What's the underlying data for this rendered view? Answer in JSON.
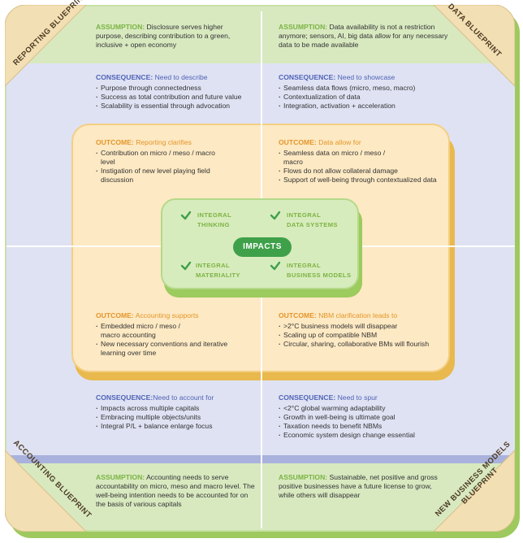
{
  "corners": {
    "top_left": "REPORTING BLUEPRINT",
    "top_right": "DATA BLUEPRINT",
    "bottom_left": "ACCOUNTING BLUEPRINT",
    "bottom_right": "NEW BUSINESS MODELS BLUEPRINT"
  },
  "assumptions": {
    "top_left": {
      "head": "ASSUMPTION:",
      "text": "Disclosure serves higher purpose, describing contribution to a green, inclusive + open economy"
    },
    "top_right": {
      "head": "ASSUMPTION:",
      "text": "Data availability is not a restriction anymore; sensors, AI, big data allow for any necessary data to be made available"
    },
    "bottom_left": {
      "head": "ASSUMPTION:",
      "text": "Accounting needs to serve accountability on micro, meso and macro level. The well-being intention needs to be accounted for on the basis of various capitals"
    },
    "bottom_right": {
      "head": "ASSUMPTION:",
      "text": "Sustainable, net positive and gross positive businesses have a future license to grow, while others will disappear"
    }
  },
  "consequences": {
    "top_left": {
      "head": "CONSEQUENCE:",
      "title": "Need to describe",
      "items": [
        "Purpose through connectedness",
        "Success as total contribution and future value",
        "Scalability is essential through advocation"
      ]
    },
    "top_right": {
      "head": "CONSEQUENCE:",
      "title": "Need to showcase",
      "items": [
        "Seamless data flows (micro, meso, macro)",
        "Contextualization of data",
        "Integration, activation + acceleration"
      ]
    },
    "bottom_left": {
      "head": "CONSEQUENCE:",
      "title": "Need to account for",
      "items": [
        "Impacts across multiple capitals",
        "Embracing multiple objects/units",
        "Integral P/L + balance enlarge focus"
      ]
    },
    "bottom_right": {
      "head": "CONSEQUENCE:",
      "title": "Need to spur",
      "items": [
        "<2°C global warming adaptability",
        "Growth in well-being is ultimate goal",
        "Taxation needs to benefit NBMs",
        "Economic system design change essential"
      ]
    }
  },
  "outcomes": {
    "top_left": {
      "head": "OUTCOME:",
      "title": "Reporting clarifies",
      "items": [
        "Contribution on micro / meso / macro level",
        "Instigation of new level playing field discussion"
      ]
    },
    "top_right": {
      "head": "OUTCOME:",
      "title": "Data allow for",
      "items": [
        "Seamless data on micro / meso / macro",
        "Flows do not allow collateral damage",
        "Support of well-being through contextualized data"
      ]
    },
    "bottom_left": {
      "head": "OUTCOME:",
      "title": "Accounting supports",
      "items": [
        "Embedded micro / meso / macro accounting",
        "New necessary conventions and iterative learning over time"
      ]
    },
    "bottom_right": {
      "head": "OUTCOME:",
      "title": "NBM clarification leads to",
      "items": [
        ">2°C business models will disappear",
        "Scaling up of compatible NBM",
        "Circular, sharing, collaborative BMs will flourish"
      ]
    }
  },
  "integral": {
    "thinking": [
      "INTEGRAL",
      "THINKING"
    ],
    "data_systems": [
      "INTEGRAL",
      "DATA SYSTEMS"
    ],
    "materiality": [
      "INTEGRAL",
      "MATERIALITY"
    ],
    "business_models": [
      "INTEGRAL",
      "BUSINESS MODELS"
    ]
  },
  "impacts_label": "IMPACTS",
  "colors": {
    "assumption": "#7bb343",
    "consequence": "#4f63b7",
    "outcome": "#e4952a",
    "impacts_pill": "#3fa04a",
    "corner_tab": "#f2dfb3"
  }
}
